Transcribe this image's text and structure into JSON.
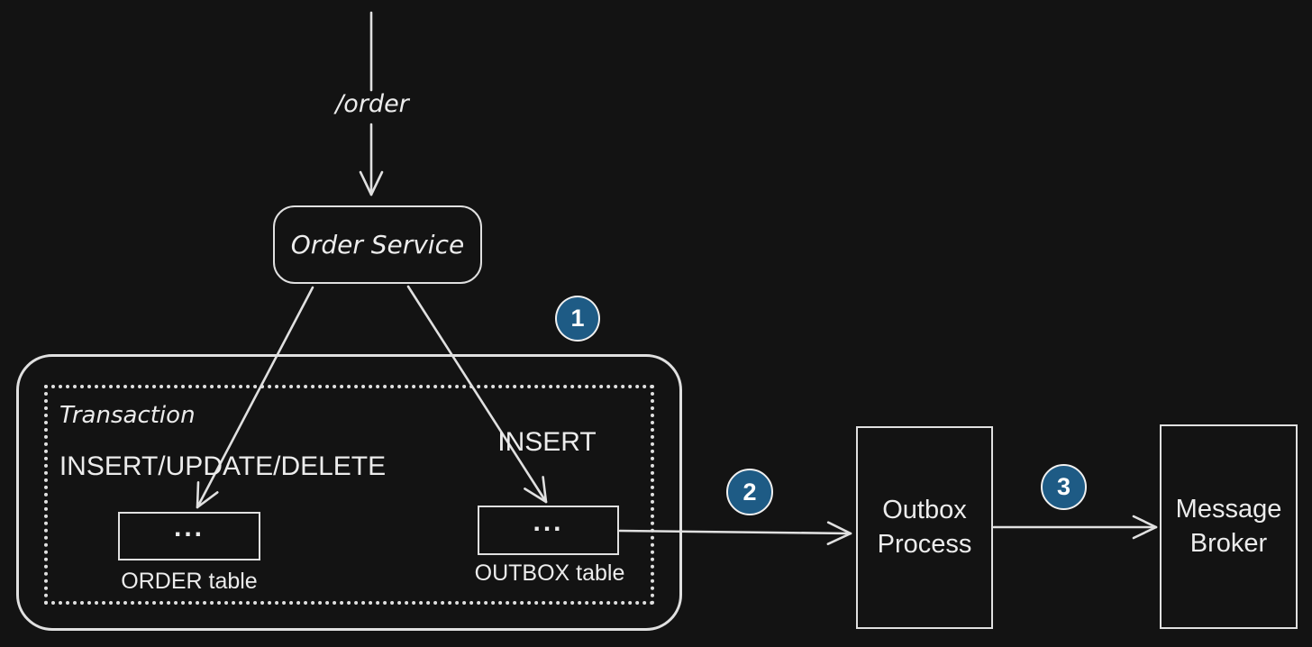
{
  "diagram": {
    "colors": {
      "background": "#131313",
      "stroke": "#e0e0e0",
      "text": "#ececec",
      "badge_fill": "#1e5b85",
      "badge_border": "#f0f0f0",
      "badge_text": "#ffffff"
    },
    "request": {
      "label": "/order"
    },
    "order_service": {
      "label": "Order Service"
    },
    "transaction": {
      "label": "Transaction",
      "order_operation": "INSERT/UPDATE/DELETE",
      "outbox_operation": "INSERT",
      "order_table": {
        "content": "...",
        "caption": "ORDER table"
      },
      "outbox_table": {
        "content": "...",
        "caption": "OUTBOX table"
      }
    },
    "outbox_process": {
      "label": "Outbox Process"
    },
    "message_broker": {
      "label": "Message Broker"
    },
    "step_badges": [
      {
        "number": "1"
      },
      {
        "number": "2"
      },
      {
        "number": "3"
      }
    ]
  }
}
